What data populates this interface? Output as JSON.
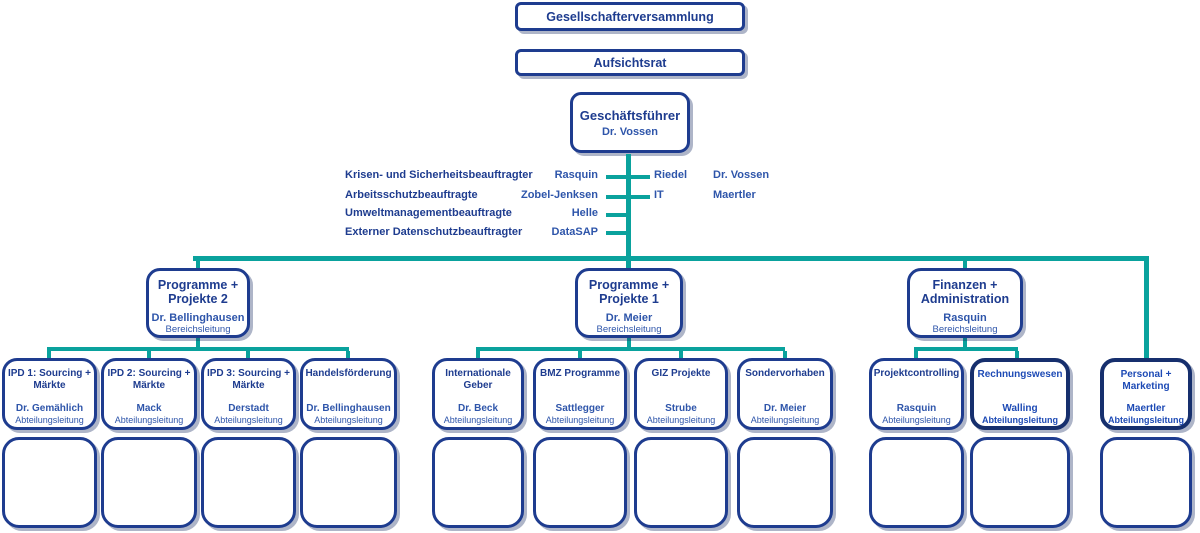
{
  "colors": {
    "navy_border": "#1e3c8f",
    "navy_border_highlight": "#162f6d",
    "title_text": "#1e3c8f",
    "name_text": "#2e55aa",
    "highlight_text": "#1d4ab5",
    "connector_teal": "#0aa29d",
    "background": "#ffffff"
  },
  "top_boxes": [
    {
      "label": "Gesellschafterversammlung"
    },
    {
      "label": "Aufsichtsrat"
    }
  ],
  "ceo": {
    "title": "Geschäftsführer",
    "name": "Dr. Vossen"
  },
  "staff_rows": [
    {
      "role": "Krisen- und Sicherheitsbeauftragter",
      "name": "Rasquin",
      "col2": "Riedel",
      "col3": "Dr. Vossen"
    },
    {
      "role": "Arbeitsschutzbeauftragte",
      "name": "Zobel-Jenksen",
      "col2": "IT",
      "col3": "Maertler"
    },
    {
      "role": "Umweltmanagementbeauftragte",
      "name": "Helle",
      "col2": "",
      "col3": ""
    },
    {
      "role": "Externer Datenschutzbeauftragter",
      "name": "DataSAP",
      "col2": "",
      "col3": ""
    }
  ],
  "branches": [
    {
      "title": "Programme + Projekte 2",
      "name": "Dr. Bellinghausen",
      "role": "Bereichsleitung"
    },
    {
      "title": "Programme + Projekte 1",
      "name": "Dr. Meier",
      "role": "Bereichsleitung"
    },
    {
      "title": "Finanzen + Administration",
      "name": "Rasquin",
      "role": "Bereichsleitung"
    }
  ],
  "departments": [
    {
      "title": "IPD 1: Sourcing + Märkte",
      "name": "Dr. Gemählich",
      "role": "Abteilungsleitung"
    },
    {
      "title": "IPD 2: Sourcing + Märkte",
      "name": "Mack",
      "role": "Abteilungsleitung"
    },
    {
      "title": "IPD 3: Sourcing + Märkte",
      "name": "Derstadt",
      "role": "Abteilungsleitung"
    },
    {
      "title": "Handelsförderung",
      "name": "Dr. Bellinghausen",
      "role": "Abteilungsleitung"
    },
    {
      "title": "Internationale Geber",
      "name": "Dr. Beck",
      "role": "Abteilungsleitung"
    },
    {
      "title": "BMZ Programme",
      "name": "Sattlegger",
      "role": "Abteilungsleitung"
    },
    {
      "title": "GIZ Projekte",
      "name": "Strube",
      "role": "Abteilungsleitung"
    },
    {
      "title": "Sondervorhaben",
      "name": "Dr. Meier",
      "role": "Abteilungsleitung"
    },
    {
      "title": "Projektcontrolling",
      "name": "Rasquin",
      "role": "Abteilungsleitung"
    },
    {
      "title": "Rechnungswesen",
      "name": "Walling",
      "role": "Abteilungsleitung"
    },
    {
      "title": "Personal + Marketing",
      "name": "Maertler",
      "role": "Abteilungsleitung"
    }
  ]
}
